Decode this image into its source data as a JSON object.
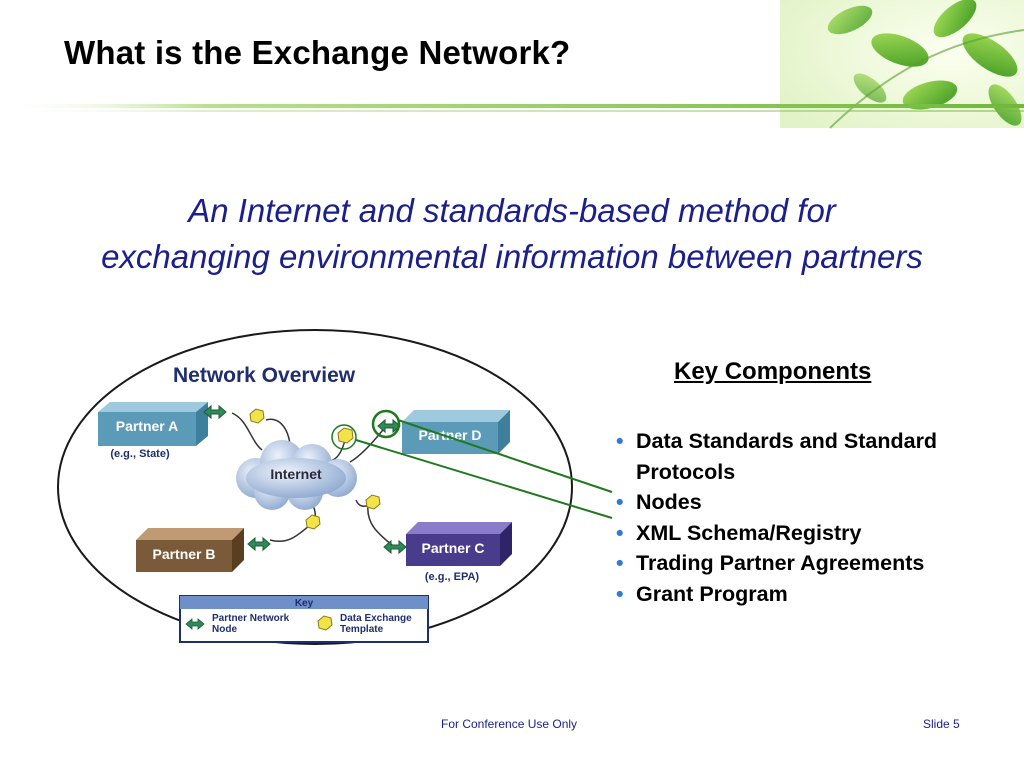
{
  "slide": {
    "title": "What is the Exchange Network?",
    "subtitle_line1": "An Internet and standards-based method for",
    "subtitle_line2": "exchanging environmental information between partners",
    "footer_center": "For Conference Use Only",
    "footer_right": "Slide 5"
  },
  "diagram": {
    "heading": "Network Overview",
    "cloud_label": "Internet",
    "partners": [
      {
        "label": "Partner A",
        "note": "(e.g., State)",
        "color": "#5b9bb8"
      },
      {
        "label": "Partner D",
        "note": "",
        "color": "#5b9bb8"
      },
      {
        "label": "Partner B",
        "note": "",
        "color": "#7b5a3a"
      },
      {
        "label": "Partner C",
        "note": "(e.g., EPA)",
        "color": "#4a3c8c"
      }
    ],
    "key": {
      "title": "Key",
      "node_label_line1": "Partner Network",
      "node_label_line2": "Node",
      "template_label_line1": "Data Exchange",
      "template_label_line2": "Template"
    }
  },
  "key_components": {
    "heading": "Key Components",
    "items": [
      {
        "line1": "Data Standards and Standard",
        "line2": "Protocols"
      },
      {
        "line1": "Nodes",
        "line2": ""
      },
      {
        "line1": "XML Schema/Registry",
        "line2": ""
      },
      {
        "line1": "Trading Partner Agreements",
        "line2": ""
      },
      {
        "line1": "Grant Program",
        "line2": ""
      }
    ]
  },
  "colors": {
    "title_text": "#000000",
    "subtitle_text": "#1a1f8c",
    "bullet": "#2f7bd4",
    "node_green": "#2e8b57",
    "template_yellow": "#f2e34a",
    "callout_line": "#1f7a1f",
    "header_rule": "#7cc142"
  }
}
